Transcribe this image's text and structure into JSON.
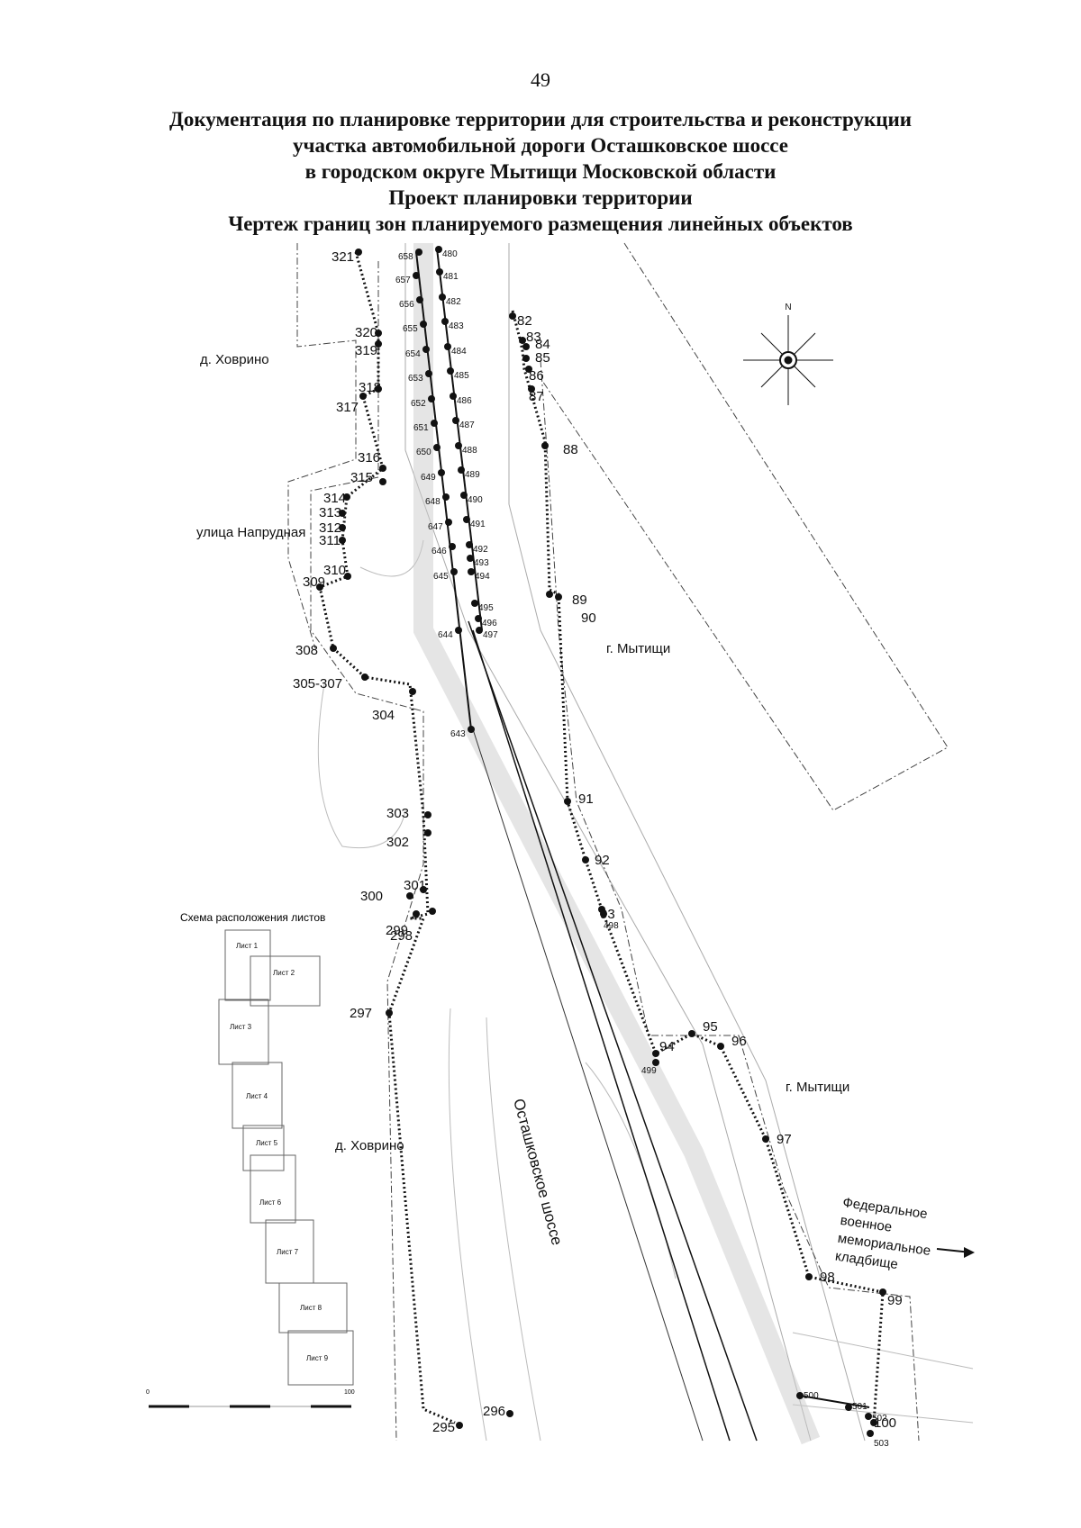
{
  "page_number": "49",
  "title_lines": [
    "Документация по планировке территории для строительства и реконструкции",
    "участка автомобильной дороги Осташковское шоссе",
    "в городском округе Мытищи Московской области",
    "Проект планировки территории",
    "Чертеж границ зон планируемого размещения линейных объектов"
  ],
  "place_labels": {
    "khovrino_top": "д. Ховрино",
    "naprudnaya": "улица Напрудная",
    "mytishchi_1": "г. Мытищи",
    "mytishchi_2": "г. Мытищи",
    "khovrino_bottom": "д. Ховрино",
    "road": "Осташковское шоссе",
    "cemetery": [
      "Федеральное",
      "военное",
      "мемориальное",
      "кладбище"
    ]
  },
  "compass_letter": "N",
  "sheet_scheme": {
    "title": "Схема расположения листов",
    "sheets": [
      "Лист 1",
      "Лист 2",
      "Лист 3",
      "Лист 4",
      "Лист 5",
      "Лист 6",
      "Лист 7",
      "Лист 8",
      "Лист 9"
    ]
  },
  "scale_bar": {
    "start": "0",
    "end": "100"
  },
  "point_labels": {
    "left": [
      "321",
      "320",
      "319",
      "318",
      "317",
      "316",
      "315",
      "314",
      "313",
      "312",
      "311",
      "310",
      "309",
      "308",
      "305-307",
      "304",
      "303",
      "302",
      "301",
      "300",
      "299",
      "298",
      "297",
      "296",
      "295"
    ],
    "right": [
      "82",
      "83",
      "84",
      "85",
      "86",
      "87",
      "88",
      "89",
      "90",
      "91",
      "92",
      "93",
      "94",
      "95",
      "96",
      "97",
      "98",
      "99",
      "100"
    ],
    "road_left": [
      "658",
      "657",
      "656",
      "655",
      "654",
      "653",
      "652",
      "651",
      "650",
      "649",
      "648",
      "647",
      "646",
      "645",
      "644",
      "643"
    ],
    "road_right": [
      "480",
      "481",
      "482",
      "483",
      "484",
      "485",
      "486",
      "487",
      "488",
      "489",
      "490",
      "491",
      "492",
      "493",
      "494",
      "495",
      "496",
      "497",
      "498",
      "499",
      "500",
      "501",
      "502",
      "503"
    ]
  }
}
